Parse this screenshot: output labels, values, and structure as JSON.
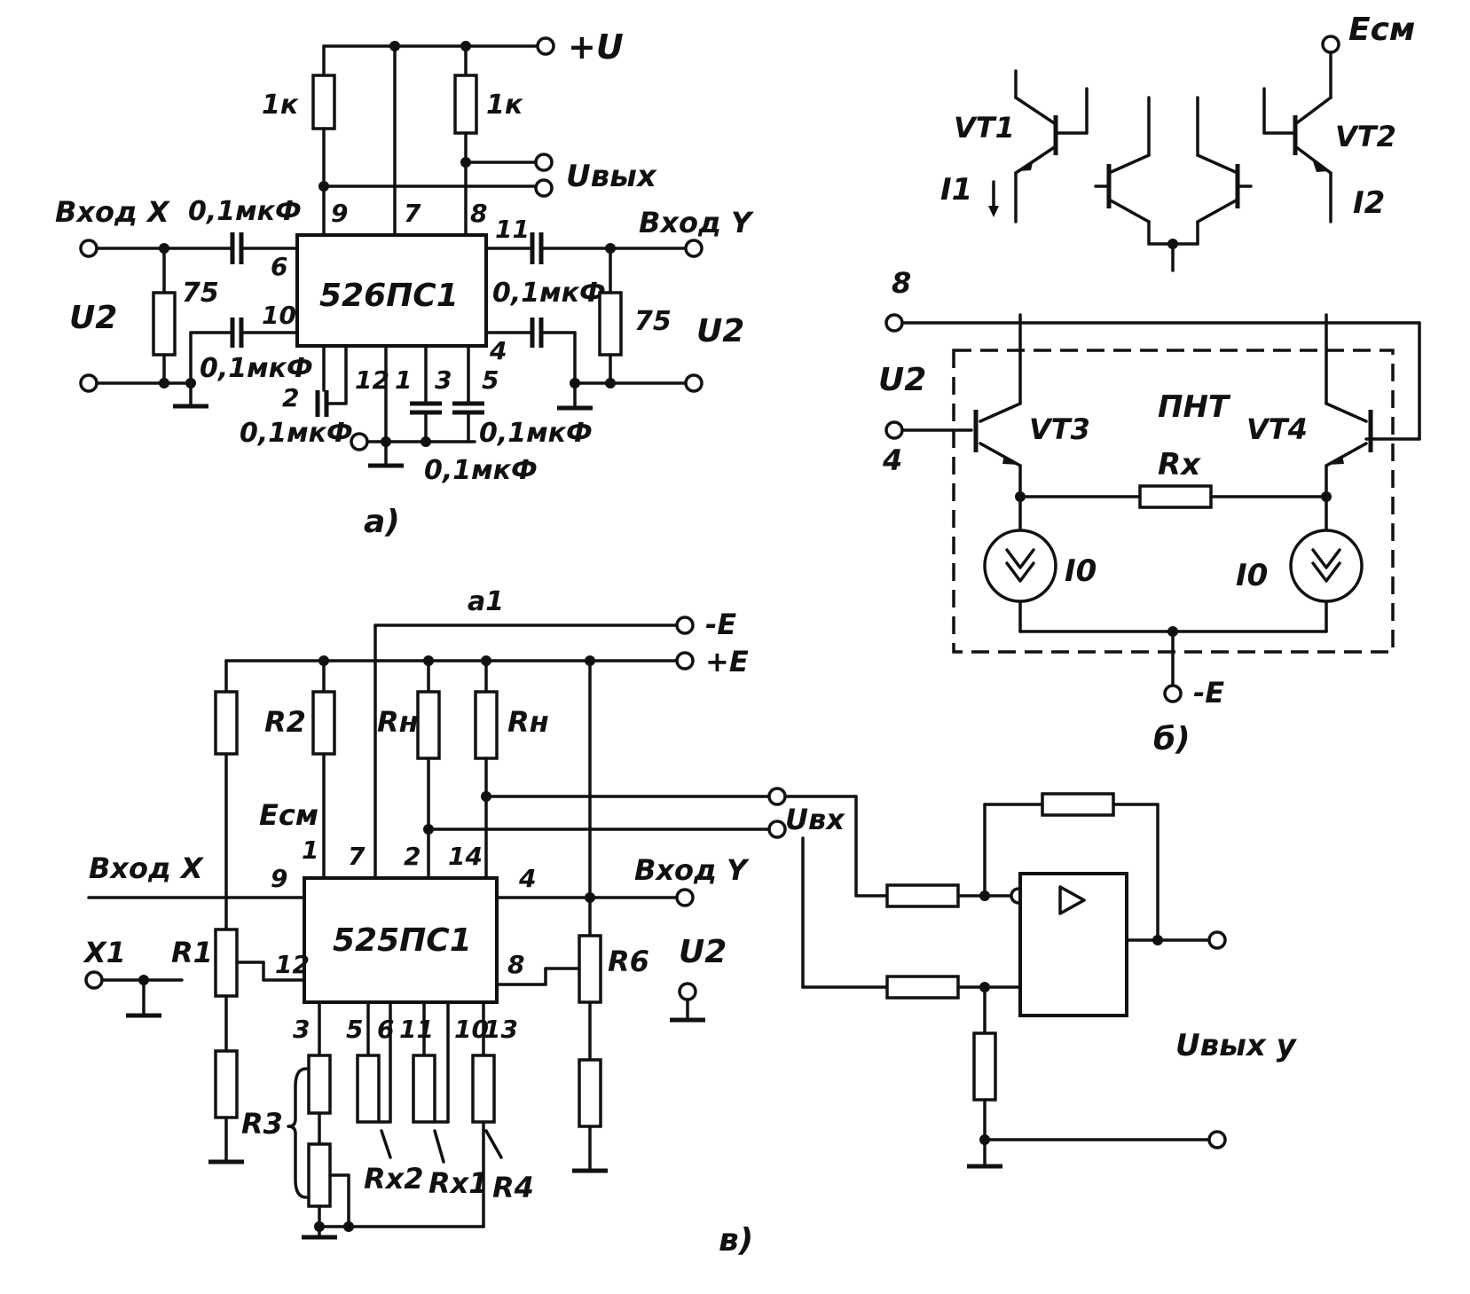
{
  "a": {
    "caption": "а)",
    "chip": "526ПС1",
    "supply": "+U",
    "output": "Uвых",
    "input_x": "Вход X",
    "input_y": "Вход Y",
    "u2_left": "U2",
    "u2_right": "U2",
    "r_top_left": "1к",
    "r_top_right": "1к",
    "r_left": "75",
    "r_right": "75",
    "c_x": "0,1мкФ",
    "c_y": "0,1мкФ",
    "c_10": "0,1мкФ",
    "c_4": "0,1мкФ",
    "c_2": "0,1мкФ",
    "c_5": "0,1мкФ",
    "c_3": "0,1мкФ",
    "pins": [
      "9",
      "7",
      "8",
      "6",
      "10",
      "11",
      "4",
      "2",
      "12",
      "1",
      "3",
      "5"
    ]
  },
  "b": {
    "caption": "б)",
    "vt1": "VT1",
    "vt2": "VT2",
    "vt3": "VT3",
    "vt4": "VT4",
    "i1": "I1",
    "i2": "I2",
    "ecm": "Eсм",
    "pnt": "ПНТ",
    "rx": "Rx",
    "i0_left": "I0",
    "i0_right": "I0",
    "neg_e": "-E",
    "pin8": "8",
    "pin4": "4",
    "u2": "U2"
  },
  "c": {
    "caption": "в)",
    "chip": "525ПС1",
    "neg_e": "-E",
    "pos_e": "+E",
    "a1": "a1",
    "r2": "R2",
    "rn1": "Rн",
    "rn2": "Rн",
    "ecm": "Eсм",
    "input_x": "Вход X",
    "input_y": "Вход Y",
    "x1": "X1",
    "r1": "R1",
    "r6": "R6",
    "r3": "R3",
    "rx2": "Rx2",
    "rx1": "Rx1",
    "r4": "R4",
    "u2": "U2",
    "uin": "Uвх",
    "uout": "Uвых y",
    "pins": [
      "1",
      "7",
      "2",
      "14",
      "9",
      "4",
      "12",
      "8",
      "3",
      "5",
      "6",
      "11",
      "10",
      "13"
    ]
  }
}
